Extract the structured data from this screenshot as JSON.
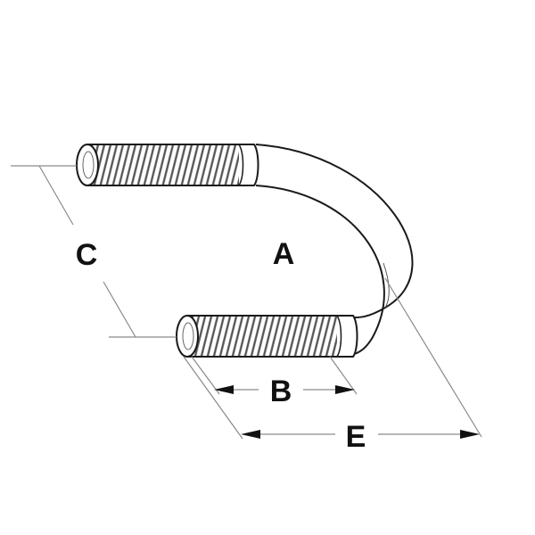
{
  "diagram": {
    "subject": "threaded U-bolt",
    "labels": {
      "a": "A",
      "b": "B",
      "c": "C",
      "e": "E"
    },
    "colors": {
      "outline": "#1a1a1a",
      "thread": "#6a6a6a",
      "dimension_line": "#8a8a8a",
      "arrow": "#111111",
      "background": "#ffffff"
    }
  }
}
